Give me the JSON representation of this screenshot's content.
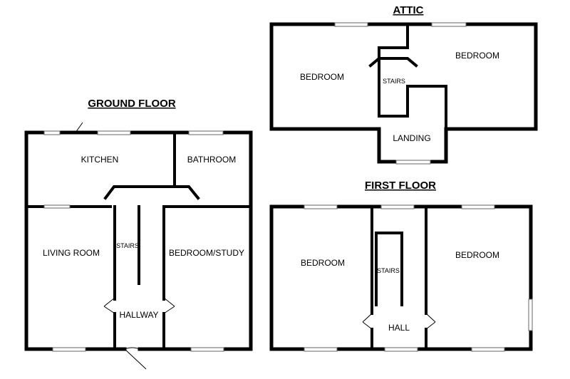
{
  "headings": {
    "ground_floor": "GROUND FLOOR",
    "attic": "ATTIC",
    "first_floor": "FIRST FLOOR"
  },
  "ground_floor_rooms": {
    "kitchen": "KITCHEN",
    "bathroom": "BATHROOM",
    "living_room": "LIVING ROOM",
    "bedroom_study": "BEDROOM/STUDY",
    "stairs": "STAIRS",
    "hallway": "HALLWAY"
  },
  "attic_rooms": {
    "bedroom_left": "BEDROOM",
    "bedroom_right": "BEDROOM",
    "stairs": "STAIRS",
    "landing": "LANDING"
  },
  "first_floor_rooms": {
    "bedroom_left": "BEDROOM",
    "bedroom_right": "BEDROOM",
    "stairs": "STAIRS",
    "hall": "HALL"
  }
}
